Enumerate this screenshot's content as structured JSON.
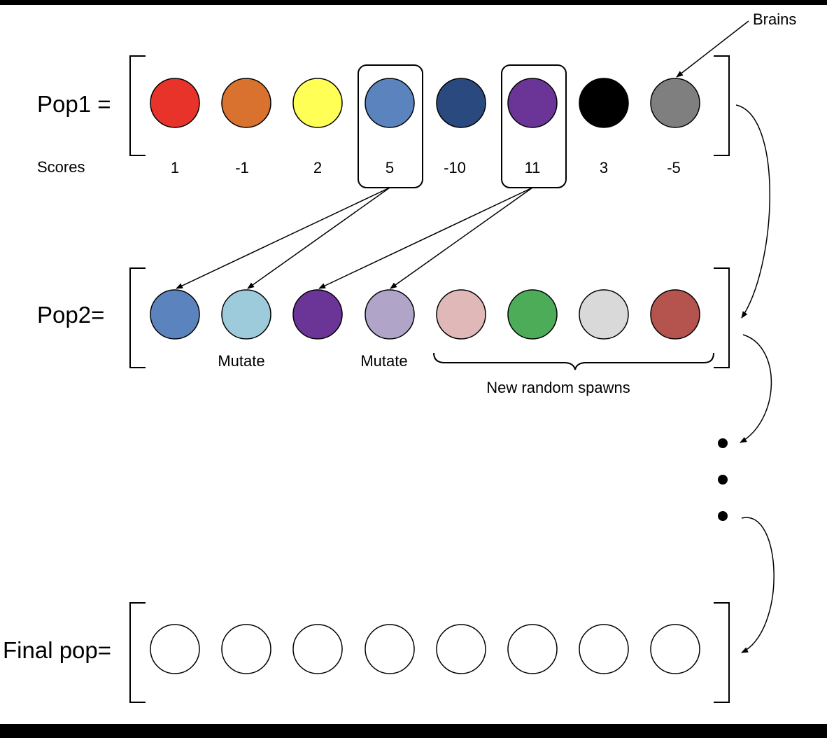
{
  "brains_label": "Brains",
  "pop1": {
    "label": "Pop1 =",
    "scores_label": "Scores",
    "members": [
      {
        "color": "#e8332a",
        "score": "1"
      },
      {
        "color": "#d8722e",
        "score": "-1"
      },
      {
        "color": "#ffff55",
        "score": "2"
      },
      {
        "color": "#5b84bf",
        "score": "5",
        "selected": true
      },
      {
        "color": "#2a4a7f",
        "score": "-10"
      },
      {
        "color": "#6b3598",
        "score": "11",
        "selected": true
      },
      {
        "color": "#000000",
        "score": "3"
      },
      {
        "color": "#7f7f7f",
        "score": "-5"
      }
    ]
  },
  "pop2": {
    "label": "Pop2=",
    "members": [
      {
        "color": "#5b84bf"
      },
      {
        "color": "#9ecbdc",
        "note": "Mutate"
      },
      {
        "color": "#6b3598"
      },
      {
        "color": "#b0a4c8",
        "note": "Mutate"
      },
      {
        "color": "#e0b8b8"
      },
      {
        "color": "#4dac58"
      },
      {
        "color": "#d9d9d9"
      },
      {
        "color": "#b5534f"
      }
    ],
    "spawn_label": "New random spawns"
  },
  "final_pop": {
    "label": "Final pop=",
    "member_count": 8,
    "fill": "#ffffff"
  },
  "colors": {
    "background": "#ffffff",
    "stroke": "#000000"
  }
}
